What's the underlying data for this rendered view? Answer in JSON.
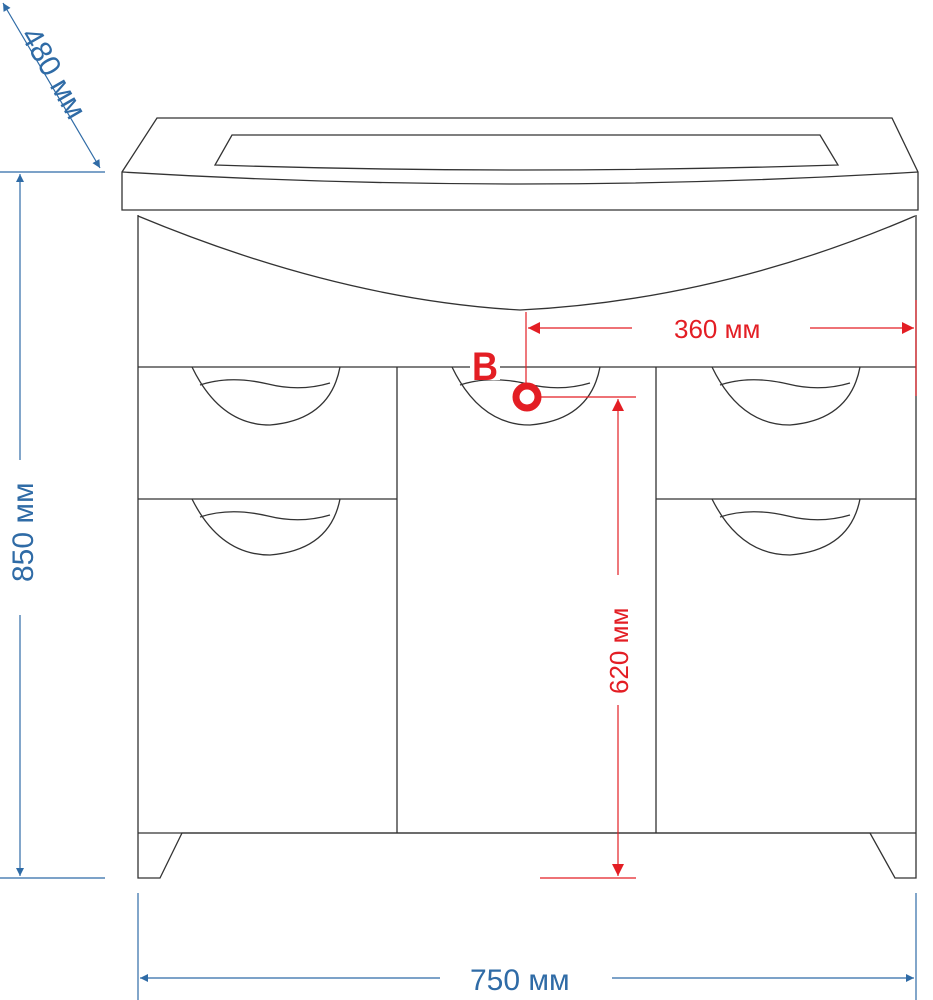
{
  "dimensions": {
    "depth": "480 мм",
    "height": "850 мм",
    "width": "750 мм",
    "drain_offset": "360 мм",
    "drain_height": "620 мм",
    "drain_label": "В"
  },
  "colors": {
    "dimension_blue": "#2f6ba6",
    "drain_red": "#e31e24"
  }
}
